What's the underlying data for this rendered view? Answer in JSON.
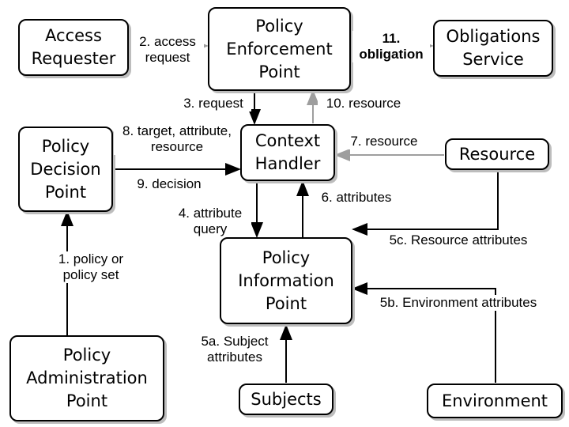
{
  "nodes": {
    "access_requester": "Access\nRequester",
    "pep": "Policy\nEnforcement\nPoint",
    "obligations_service": "Obligations\nService",
    "pdp": "Policy\nDecision\nPoint",
    "context_handler": "Context\nHandler",
    "resource": "Resource",
    "pip": "Policy\nInformation\nPoint",
    "pap": "Policy\nAdministration\nPoint",
    "subjects": "Subjects",
    "environment": "Environment"
  },
  "labels": {
    "access": "2. access\nrequest",
    "obligation": "11.\nobligation",
    "request": "3. request",
    "resource_10": "10. resource",
    "target": "8. target, attribute,\nresource",
    "resource_7": "7. resource",
    "decision": "9. decision",
    "attributes_6": "6. attributes",
    "attribute_query": "4. attribute\nquery",
    "policy_set": "1. policy or\npolicy set",
    "res_attrs": "5c. Resource attributes",
    "env_attrs": "5b. Environment attributes",
    "subj_attrs": "5a. Subject\nattributes"
  },
  "colors": {
    "line": "#000000",
    "light_line": "#9e9e9e",
    "shadow": "#bdbdbd"
  }
}
